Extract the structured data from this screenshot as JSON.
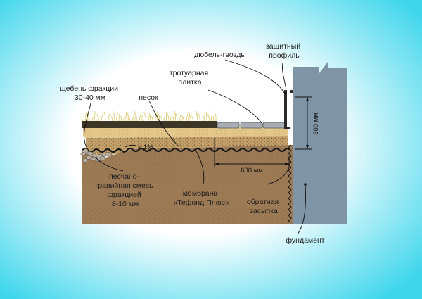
{
  "colors": {
    "background_inner": "#ffffff",
    "background_outer": "#3fd6ec",
    "soil": "#9c7a55",
    "foundation": "#7f95a6",
    "sand": "#e3c78b",
    "gravel_sand_mix": "#c3a06a",
    "crushed_stone": "#b9b0a2",
    "membrane": "#1a1a1a",
    "paving": "#a7adb2",
    "lawn": "#d9c96a"
  },
  "labels": {
    "crushed_stone": [
      "щебень фракции",
      "30-40 мм"
    ],
    "sand": "песок",
    "dowel_nail": "дюбель-гвоздь",
    "protective_profile": [
      "защитный",
      "профиль"
    ],
    "paving_tile": [
      "тротуарная",
      "плитка"
    ],
    "slope": "≈ 1%",
    "sand_gravel_mix": [
      "песчано-",
      "гравийная смесь",
      "фракцией",
      "8-10 мм"
    ],
    "membrane": [
      "мембрана",
      "«Тефонд Плюс»"
    ],
    "backfill": [
      "обратная",
      "засыпка"
    ],
    "foundation": "фундамент"
  },
  "dimensions": {
    "width": "600 мм",
    "height": "300 мм"
  }
}
